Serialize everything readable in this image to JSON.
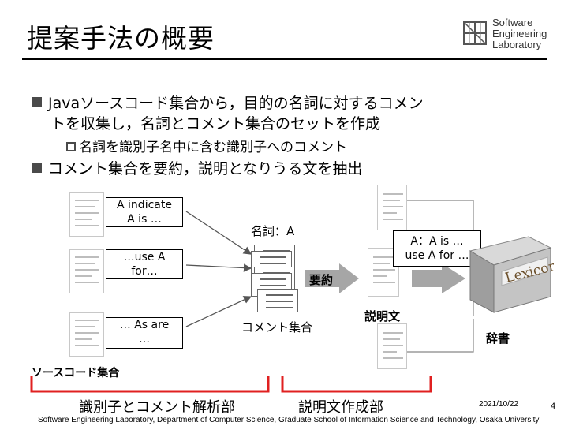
{
  "slide": {
    "title": "提案手法の概要",
    "bullets": [
      {
        "line1": "Javaソースコード集合から，目的の名詞に対するコメン",
        "line2": "トを収集し，名詞とコメント集合のセットを作成"
      },
      {
        "line1": "コメント集合を要約，説明となりうる文を抽出"
      }
    ],
    "sub_bullet": "名詞を識別子名中に含む識別子へのコメント"
  },
  "logo": {
    "line1": "Software",
    "line2": "Engineering",
    "line3": "Laboratory"
  },
  "diagram": {
    "callouts": [
      {
        "line1": "A indicate",
        "line2": "A is …"
      },
      {
        "line1": "…use A",
        "line2": "for…"
      },
      {
        "line1": "… As are",
        "line2": "…"
      }
    ],
    "noun_label": "名詞：A",
    "comment_set_label": "コメント集合",
    "summarize_label": "要約",
    "description_callout": {
      "line1": "A：A is …",
      "line2": "use A for …"
    },
    "description_label": "説明文",
    "dictionary_label": "辞書",
    "dictionary_book_text": "Lexicon",
    "source_set_label": "ソースコード集合",
    "analyzer_label": "識別子とコメント解析部",
    "generator_label": "説明文作成部"
  },
  "footer": {
    "date": "2021/10/22",
    "affiliation": "Software Engineering Laboratory, Department of Computer Science, Graduate School of Information Science and Technology, Osaka University",
    "page": "4"
  },
  "colors": {
    "accent_red": "#e02020",
    "bullet_gray": "#4a4a4a",
    "arrow_gray": "#a6a6a6"
  }
}
